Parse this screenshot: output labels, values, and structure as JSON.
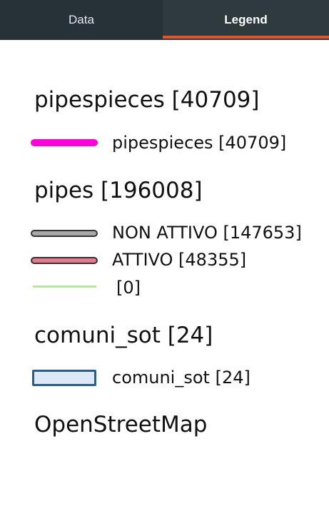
{
  "tabs": [
    {
      "label": "Data",
      "active": false
    },
    {
      "label": "Legend",
      "active": true
    }
  ],
  "colors": {
    "tab_bar_bg": "#2f3a3f",
    "active_tab_accent": "#e4572e"
  },
  "legend": {
    "groups": [
      {
        "title": "pipespieces [40709]",
        "entries": [
          {
            "label": "pipespieces [40709]",
            "symbol": "line",
            "color": "#ff00d8"
          }
        ]
      },
      {
        "title": "pipes [196008]",
        "entries": [
          {
            "label": "NON ATTIVO [147653]",
            "symbol": "outlined-line",
            "color": "#a8a8a8",
            "outline": "#333333"
          },
          {
            "label": "ATTIVO [48355]",
            "symbol": "outlined-line",
            "color": "#e57a8f",
            "outline": "#333333"
          },
          {
            "label": "[0]",
            "symbol": "thin-line",
            "color": "#b8e6a0"
          }
        ]
      },
      {
        "title": "comuni_sot [24]",
        "entries": [
          {
            "label": "comuni_sot [24]",
            "symbol": "polygon",
            "color": "#dce8f5",
            "outline": "#2b5d85"
          }
        ]
      },
      {
        "title": "OpenStreetMap",
        "entries": []
      }
    ]
  }
}
